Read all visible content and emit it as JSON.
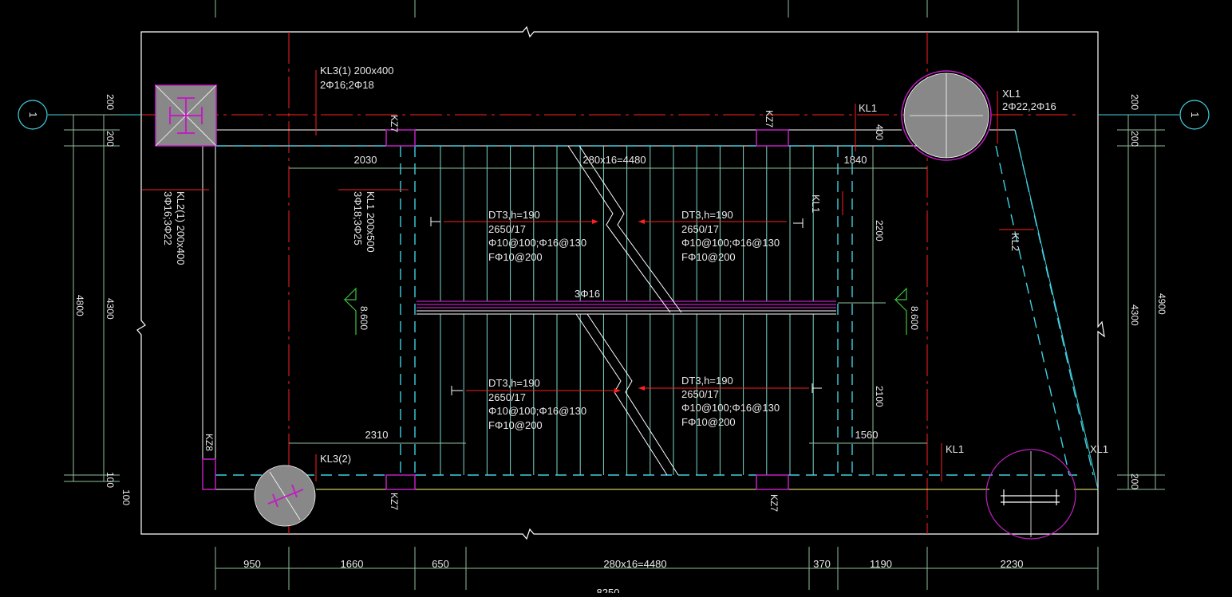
{
  "grid_bubbles": {
    "left": "1",
    "right": "1"
  },
  "beams": {
    "kl3_top_1": "KL3(1) 200x400",
    "kl3_top_2": "2Φ16;2Φ18",
    "kl2_1": "KL2(1) 200x400",
    "kl2_2": "3Φ16;3Φ22",
    "kl1_a_1": "KL1 200x500",
    "kl1_a_2": "3Φ18;3Φ25",
    "kl1_top": "KL1",
    "kl1_mid": "KL1",
    "kl1_bottom": "KL1",
    "kl2_right": "KL2",
    "kl3_bottom": "KL3(2)",
    "xl1_top_1": "XL1",
    "xl1_top_2": "2Φ22,2Φ16",
    "xl1_bottom": "XL1"
  },
  "columns": {
    "kz7": "KZ7",
    "kz8": "KZ8"
  },
  "stair_flights": [
    {
      "l1": "DT3,h=190",
      "l2": "2650/17",
      "l3": "Φ10@100;Φ16@130",
      "l4": "FΦ10@200"
    },
    {
      "l1": "DT3,h=190",
      "l2": "2650/17",
      "l3": "Φ10@100;Φ16@130",
      "l4": "FΦ10@200"
    },
    {
      "l1": "DT3,h=190",
      "l2": "2650/17",
      "l3": "Φ10@100;Φ16@130",
      "l4": "FΦ10@200"
    },
    {
      "l1": "DT3,h=190",
      "l2": "2650/17",
      "l3": "Φ10@100;Φ16@130",
      "l4": "FΦ10@200"
    }
  ],
  "landing_bar": "3Φ16",
  "elevations": {
    "left": "8.600",
    "right": "8.600"
  },
  "dims": {
    "top_steps": "280x16=4480",
    "d2030": "2030",
    "d1840": "1840",
    "d2310": "2310",
    "d1560": "1560",
    "d2200": "2200",
    "d2100": "2100",
    "d400": "400",
    "left_200a": "200",
    "left_200b": "200",
    "left_4800": "4800",
    "left_4300": "4300",
    "left_100": "100",
    "left_100b": "100",
    "right_200a": "200",
    "right_200b": "200",
    "right_4300": "4300",
    "right_4900": "4900",
    "right_200c": "200",
    "bottom": [
      "950",
      "1660",
      "650",
      "280x16=4480",
      "370",
      "1190",
      "2230"
    ],
    "bottom_total": "8250"
  },
  "colors": {
    "background": "#000000",
    "wall": "#ffffff",
    "axis": "#ff2020",
    "stair": "#7ad7c8",
    "dim": "#8fbf9f",
    "column": "#c020c0",
    "beam_dash": "#40d0e0",
    "slab": "#ffff80"
  }
}
